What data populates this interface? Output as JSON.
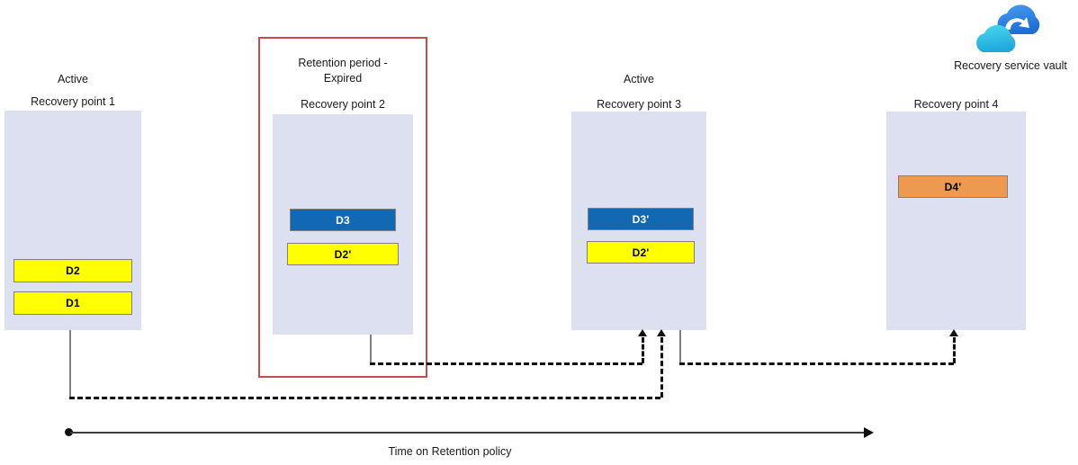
{
  "diagram": {
    "title_caption": "Time on Retention policy",
    "colors": {
      "box_fill": "#dce0f0",
      "yellow": "#ffff00",
      "blue": "#1268b3",
      "orange": "#ed9a50",
      "expired_border": "#c0504d",
      "connector": "#111111",
      "grey_line": "#808080"
    },
    "recovery_points": [
      {
        "status": "Active",
        "name": "Recovery point 1",
        "expired": false,
        "blocks": [
          {
            "label": "D2",
            "color": "yellow"
          },
          {
            "label": "D1",
            "color": "yellow"
          }
        ]
      },
      {
        "status": "Retention period -\nExpired",
        "name": "Recovery point 2",
        "expired": true,
        "blocks": [
          {
            "label": "D3",
            "color": "blue"
          },
          {
            "label": "D2'",
            "color": "yellow"
          }
        ]
      },
      {
        "status": "Active",
        "name": "Recovery point 3",
        "expired": false,
        "blocks": [
          {
            "label": "D3'",
            "color": "blue"
          },
          {
            "label": "D2'",
            "color": "yellow"
          }
        ]
      },
      {
        "status": "",
        "name": "Recovery point 4",
        "expired": false,
        "blocks": [
          {
            "label": "D4'",
            "color": "orange"
          }
        ]
      }
    ],
    "vault": {
      "icon": "cloud-sync-icon",
      "label": "Recovery service vault"
    }
  }
}
